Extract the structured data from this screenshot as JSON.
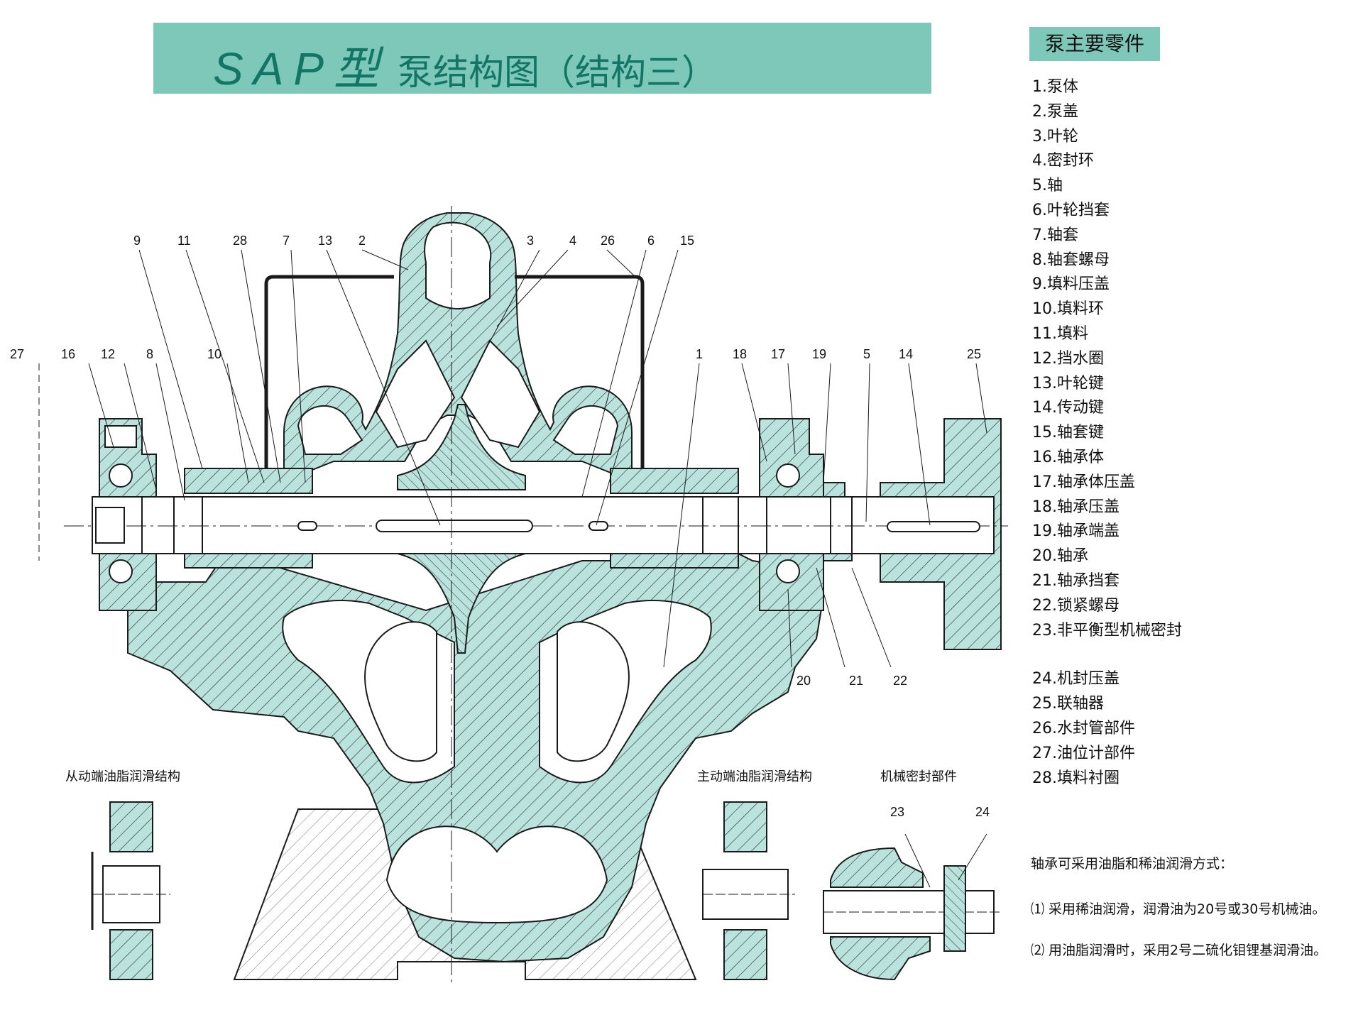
{
  "title": {
    "latin": "SAP型",
    "rest": "泵结构图（结构三）"
  },
  "parts_header": "泵主要零件",
  "parts": [
    "1.泵体",
    "2.泵盖",
    "3.叶轮",
    "4.密封环",
    "5.轴",
    "6.叶轮挡套",
    "7.轴套",
    "8.轴套螺母",
    "9.填料压盖",
    "10.填料环",
    "11.填料",
    "12.挡水圈",
    "13.叶轮键",
    "14.传动键",
    "15.轴套键",
    "16.轴承体",
    "17.轴承体压盖",
    "18.轴承压盖",
    "19.轴承端盖",
    "20.轴承",
    "21.轴承挡套",
    "22.锁紧螺母",
    "23.非平衡型机械密封",
    "24.机封压盖",
    "25.联轴器",
    "26.水封管部件",
    "27.油位计部件",
    "28.填料衬圈"
  ],
  "sub_captions": {
    "driven_end": "从动端油脂润滑结构",
    "driving_end": "主动端油脂润滑结构",
    "mech_seal": "机械密封部件"
  },
  "notes": {
    "intro": "轴承可采用油脂和稀油润滑方式：",
    "item1": "⑴ 采用稀油润滑，润滑油为20号或30号机械油。",
    "item2": "⑵ 用油脂润滑时，采用2号二硫化钼锂基润滑油。"
  },
  "callouts_top": [
    "9",
    "11",
    "28",
    "7",
    "13",
    "2",
    "3",
    "4",
    "26",
    "6",
    "15"
  ],
  "callouts_mid": [
    "27",
    "16",
    "12",
    "8",
    "10",
    "1",
    "18",
    "17",
    "19",
    "5",
    "14",
    "25"
  ],
  "callouts_bottom": [
    "20",
    "21",
    "22"
  ],
  "callouts_seal": [
    "23",
    "24"
  ],
  "colors": {
    "fill": "#b9e3dc",
    "title_band": "#7ec8b9",
    "title_text": "#137566",
    "line": "#1a1a1a"
  }
}
